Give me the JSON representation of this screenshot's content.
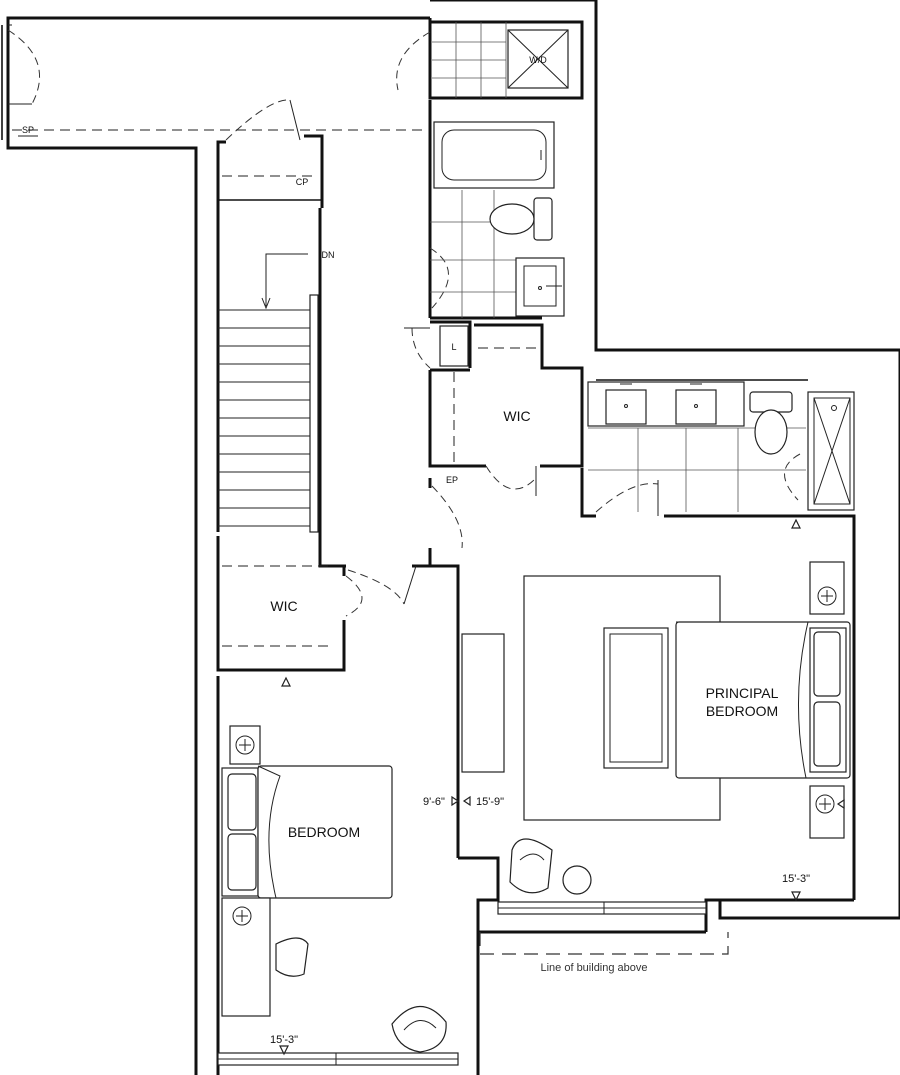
{
  "rooms": {
    "principal_bedroom_line1": "PRINCIPAL",
    "principal_bedroom_line2": "BEDROOM",
    "bedroom": "BEDROOM",
    "wic_upper": "WIC",
    "wic_lower": "WIC"
  },
  "tags": {
    "washer_dryer": "W/D",
    "linen": "L",
    "closet": "CP",
    "electrical_panel": "EP",
    "sump_pump": "SP",
    "stair_direction": "DN"
  },
  "dimensions": {
    "bedroom_ceiling": "9'-6\"",
    "principal_ceiling": "15'-9\"",
    "principal_width": "15'-3\"",
    "bedroom_width": "15'-3\""
  },
  "notes": {
    "building_line": "Line of building above"
  }
}
